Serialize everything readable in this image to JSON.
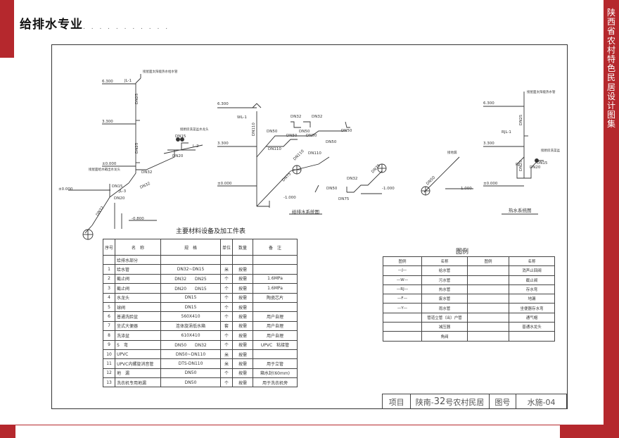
{
  "header": {
    "section_title": "给排水专业",
    "dots": ". . . . . . .    . . . ."
  },
  "side_title": "陕西省农村特色民居设计图集",
  "titleblock": {
    "project_label": "项目",
    "project_value_prefix": "陕南-",
    "project_value_number": "32",
    "project_value_suffix": "号农村民居",
    "drawing_no_label": "图号",
    "drawing_no_value": "水施-04"
  },
  "diagrams": {
    "water_supply": {
      "elev_top": "6.300",
      "elev_mid": "3.300",
      "elev_zero": "±0.000",
      "elev_zero_left": "±0.000",
      "elev_bottom": "-0.800",
      "note_top": "接屋面太阳能热水给水管",
      "note_mid": "接厨房洗菜盆水龙头",
      "note_left": "接屋面给水箱出水龙头",
      "jl_label": "JL-1",
      "jl3_label": "JL-3",
      "l2_label": "L-2",
      "pipe_dn25_a": "DN25",
      "pipe_dn25_b": "DN25",
      "pipe_dn32_a": "DN32",
      "pipe_dn32_b": "DN32",
      "pipe_dn20_a": "DN20",
      "pipe_dn20_b": "DN20",
      "pipe_dn15_a": "DN15",
      "pipe_dn15_b": "DN15",
      "pipe_dn32_c": "DN32"
    },
    "drainage": {
      "title": "给排水系统图",
      "elev_top": "6.300",
      "elev_mid": "3.300",
      "elev_zero": "±0.000",
      "elev_bottom": "-1.000",
      "elev_bottom2": "-1.000",
      "wl_label": "WL-1",
      "dn110_a": "DN110",
      "dn110_b": "DN110",
      "dn110_c": "DN110",
      "dn50_a": "DN50",
      "dn50_b": "DN50",
      "dn50_c": "DN50",
      "dn50_d": "DN50",
      "dn50_e": "DN50",
      "dn50_f": "DN50",
      "dn50_g": "DN50",
      "dn32_a": "DN32",
      "dn32_b": "DN32",
      "dn32_c": "DN32",
      "dn75_a": "DN75",
      "dn75_b": "DN75",
      "dn110_d": "DN110",
      "note_floor": "接地漏",
      "dn50_h": "DN50",
      "elev_bottom3": "-1.000"
    },
    "hot_water": {
      "title": "热水系统图",
      "elev_top": "6.300",
      "elev_mid": "3.300",
      "elev_zero": "±0.000",
      "note_top": "接屋面太阳能热水管",
      "note_mid": "接厨房洗菜盆",
      "rjl_label": "RJL-1",
      "rj_label": "RJ",
      "dn25_a": "DN25",
      "dn25_b": "DN25",
      "dn20": "DN20",
      "dn15": "DN15"
    }
  },
  "materials": {
    "title": "主要材料设备及加工件表",
    "headers": [
      "序号",
      "名　称",
      "规　格",
      "单位",
      "数量",
      "备　注"
    ],
    "section_label": "给排水部分",
    "rows": [
      [
        "1",
        "给水管",
        "DN32~DN15",
        "米",
        "按需",
        ""
      ],
      [
        "2",
        "截止阀",
        "DN32　　DN25",
        "个",
        "按需",
        "1.6MPa"
      ],
      [
        "3",
        "截止阀",
        "DN20　　DN15",
        "个",
        "按需",
        "1.6MPa"
      ],
      [
        "4",
        "水龙头",
        "DN15",
        "个",
        "按需",
        "陶瓷芯片"
      ],
      [
        "5",
        "球阀",
        "DN15",
        "个",
        "按需",
        ""
      ],
      [
        "6",
        "普通洗脸盆",
        "560X410",
        "个",
        "按需",
        "用户自理"
      ],
      [
        "7",
        "坐式大便器",
        "连体旋涡低水箱",
        "套",
        "按需",
        "用户自理"
      ],
      [
        "8",
        "洗涤盆",
        "610X410",
        "个",
        "按需",
        "用户自理"
      ],
      [
        "9",
        "S　弯",
        "DN50　　DN32",
        "个",
        "按需",
        "UPVC　粘接管"
      ],
      [
        "10",
        "UPVC",
        "DN50~DN110",
        "米",
        "按需",
        ""
      ],
      [
        "11",
        "UPVC内螺旋消音管",
        "DTS-DN110",
        "米",
        "按需",
        "用于立管"
      ],
      [
        "12",
        "地　漏",
        "DN50",
        "个",
        "按需",
        "箱水封(60mm)"
      ],
      [
        "13",
        "洗衣机专用地漏",
        "DN50",
        "个",
        "按需",
        "用于洗衣机旁"
      ]
    ]
  },
  "legend": {
    "title": "图例",
    "headers": [
      "图例",
      "名称",
      "图例",
      "名称"
    ],
    "rows": [
      [
        "—J—",
        "给水管",
        "",
        "消声止回阀"
      ],
      [
        "—W—",
        "污水管",
        "",
        "截止阀"
      ],
      [
        "—RJ—",
        "热水管",
        "",
        "存水弯"
      ],
      [
        "—F—",
        "废水管",
        "",
        "地漏"
      ],
      [
        "—Y—",
        "雨水管",
        "",
        "坐便器存水弯"
      ],
      [
        "",
        "管道立管（出）户管",
        "",
        "通气帽"
      ],
      [
        "",
        "减压器",
        "",
        "普通水龙头"
      ],
      [
        "",
        "角阀",
        "",
        ""
      ]
    ]
  },
  "colors": {
    "accent_red": "#b5282d",
    "line": "#333333"
  }
}
